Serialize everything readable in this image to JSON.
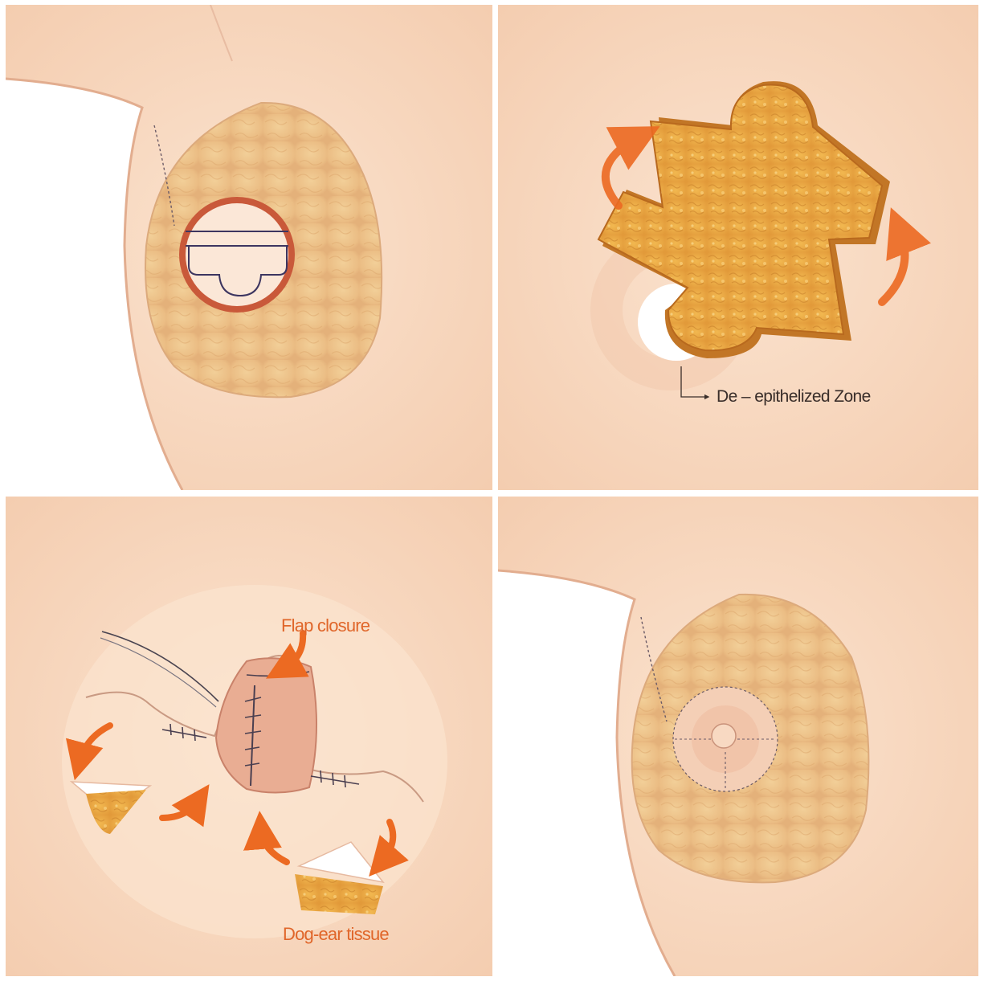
{
  "labels": {
    "de_epithelized_zone": "De – epithelized Zone",
    "flap_closure": "Flap closure",
    "dog_ear_tissue": "Dog-ear tissue"
  },
  "colors": {
    "skin": "#f6d2b7",
    "skin_shadow": "#e8b595",
    "breast_tissue": "#ebbd84",
    "fat_tissue": "#e8a23e",
    "arrow_orange": "#ec6a22",
    "label_orange": "#e0662a",
    "incision_ring": "#c9593a",
    "suture": "#4a3f50"
  },
  "icons": [
    "rotation-arrow-icon",
    "redirect-arrow-icon",
    "leader-arrow-icon"
  ]
}
